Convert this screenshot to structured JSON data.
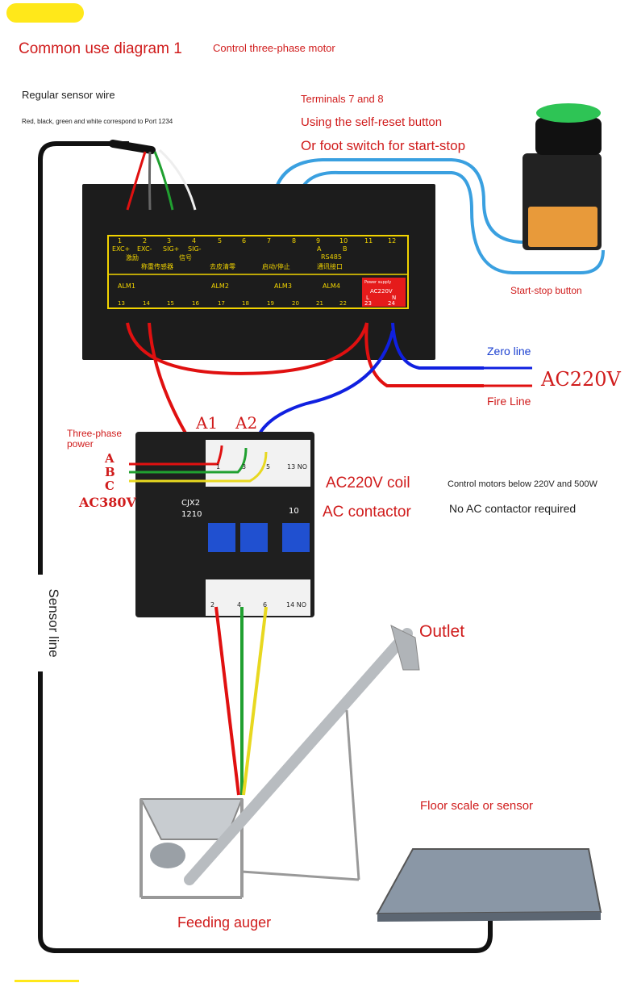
{
  "title": "Common use diagram 1",
  "subtitle": "Control three-phase motor",
  "sensor_wire": {
    "heading": "Regular sensor wire",
    "note": "Red, black, green and white correspond to Port 1234"
  },
  "terminals_note": {
    "line1": "Terminals 7 and 8",
    "line2": "Using the self-reset button",
    "line3": "Or foot switch for start-stop"
  },
  "start_stop_label": "Start-stop button",
  "zero_line": "Zero line",
  "ac220v": "AC220V",
  "fire_line": "Fire Line",
  "three_phase": {
    "line1": "Three-phase",
    "line2": "power"
  },
  "phases": [
    "A",
    "B",
    "C"
  ],
  "ac380v": "AC380V",
  "a1": "A1",
  "a2": "A2",
  "coil": "AC220V coil",
  "contactor": "AC contactor",
  "motor_note": "Control motors below 220V and 500W",
  "no_contactor": "No AC contactor required",
  "sensor_line": "Sensor line",
  "outlet": "Outlet",
  "floor_scale": "Floor scale or sensor",
  "feeding_auger": "Feeding auger",
  "controller": {
    "top_numbers": [
      "1",
      "2",
      "3",
      "4",
      "5",
      "6",
      "7",
      "8",
      "9",
      "10",
      "11",
      "12"
    ],
    "top_labels": [
      "EXC+",
      "EXC-",
      "SIG+",
      "SIG-",
      "",
      "",
      "",
      "",
      "A",
      "B",
      "",
      ""
    ],
    "sensor_cn": "称重传感器",
    "signal_cn": "信号",
    "excite_cn": "激励",
    "tare_cn": "去皮清零",
    "startstop_cn": "启动/停止",
    "rs485": "RS485",
    "comm_cn": "通讯接口",
    "alarms": [
      "ALM1",
      "ALM2",
      "ALM3",
      "ALM4"
    ],
    "bottom_numbers": [
      "13",
      "14",
      "15",
      "16",
      "17",
      "18",
      "19",
      "20",
      "21",
      "22",
      "23",
      "24"
    ],
    "power_supply": "Power supply",
    "power_ac": "AC220V",
    "l": "L",
    "n": "N"
  },
  "contactor_unit": {
    "model": "CJX2",
    "rating": "1210",
    "top_terms": [
      "1",
      "3",
      "5",
      "13 NO"
    ],
    "bottom_terms": [
      "2",
      "4",
      "6",
      "14 NO"
    ],
    "label10": "10"
  },
  "colors": {
    "red_wire": "#e01010",
    "blue_wire": "#1020e0",
    "green_wire": "#20a030",
    "yellow_wire": "#e8d820",
    "sky_wire": "#3aa0e0",
    "frame_yellow": "#f2d400"
  }
}
